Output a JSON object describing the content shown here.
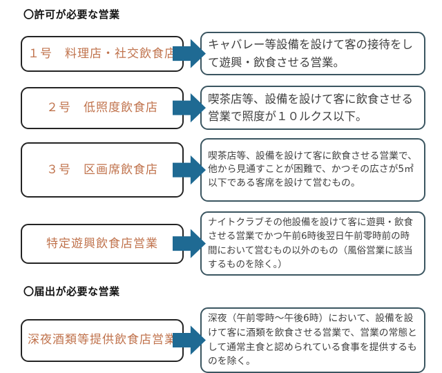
{
  "sections": {
    "permit_title": "〇許可が必要な営業",
    "notification_title": "〇届出が必要な営業"
  },
  "rows": [
    {
      "label": "１号　料理店・社交飲食店",
      "description": "キャバレー等設備を設けて客の接待をして遊興・飲食させる営業。"
    },
    {
      "label": "２号　低照度飲食店",
      "description": "喫茶店等、設備を設けて客に飲食させる営業で照度が１０ルクス以下。"
    },
    {
      "label": "３号　区画席飲食店",
      "description": "喫茶店等、設備を設けて客に飲食させる営業で、他から見通すことが困難で、かつその広さが5㎡以下である客席を設けて営むもの。"
    },
    {
      "label": "特定遊興飲食店営業",
      "description": "ナイトクラブその他設備を設けて客に遊興・飲食させる営業でかつ午前6時後翌日午前零時前の時間において営むもの以外のもの（風俗営業に該当するものを除く。）"
    },
    {
      "label": "深夜酒類等提供飲食店営業",
      "description": "深夜（午前零時～午後6時）において、設備を設けて客に酒類を飲食させる営業で、営業の常態として通常主食と認められている食事を提供するものを除く。"
    }
  ],
  "colors": {
    "arrow": "#1f6a93",
    "label_text": "#c0734d",
    "label_border": "#232323",
    "desc_border": "#3a5560"
  }
}
